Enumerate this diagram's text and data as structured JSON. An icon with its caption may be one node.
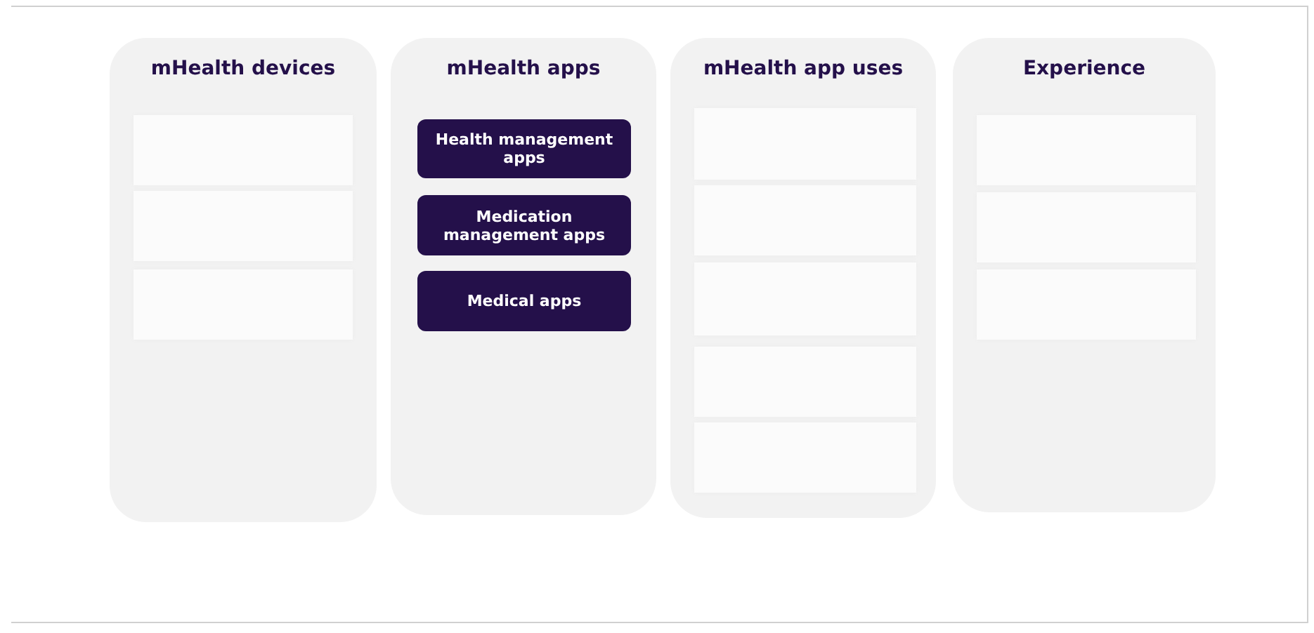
{
  "diagram": {
    "nodes": [
      {
        "text": [
          "mHealth devices"
        ]
      },
      {
        "text": [],
        "shape": "box",
        "in": 0
      },
      {
        "text": [],
        "shape": "box",
        "in": 0
      },
      {
        "text": [],
        "shape": "box",
        "in": 0
      },
      {
        "text": [
          "mHealth apps"
        ]
      },
      {
        "text": [
          "Health management apps"
        ],
        "in": 4
      },
      {
        "text": [
          "Medication management apps"
        ],
        "in": 4
      },
      {
        "text": [
          "Medical apps"
        ],
        "in": 4
      },
      {
        "text": [
          "mHealth app uses"
        ]
      },
      {
        "text": [],
        "shape": "box",
        "in": 8
      },
      {
        "text": [],
        "shape": "box",
        "in": 8
      },
      {
        "text": [],
        "shape": "box",
        "in": 8
      },
      {
        "text": [],
        "shape": "box",
        "in": 8
      },
      {
        "text": [],
        "shape": "box",
        "in": 8
      },
      {
        "text": [
          "Experience"
        ]
      },
      {
        "text": [],
        "shape": "box",
        "in": 14
      },
      {
        "text": [],
        "shape": "box",
        "in": 14
      },
      {
        "text": [],
        "shape": "box",
        "in": 14
      }
    ],
    "edges": []
  }
}
